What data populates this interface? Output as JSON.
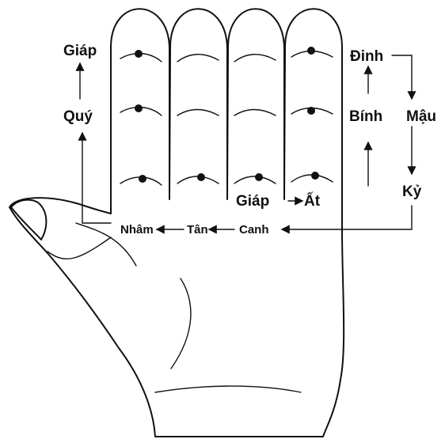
{
  "labels": {
    "giap_top": "Giáp",
    "quy": "Quý",
    "dinh": "Đinh",
    "binh": "Bính",
    "mau": "Mậu",
    "ky": "Kỷ",
    "giap_bottom": "Giáp",
    "at": "Ất",
    "canh": "Canh",
    "tan": "Tân",
    "nham": "Nhâm"
  },
  "colors": {
    "ink": "#111111",
    "background": "#ffffff"
  }
}
